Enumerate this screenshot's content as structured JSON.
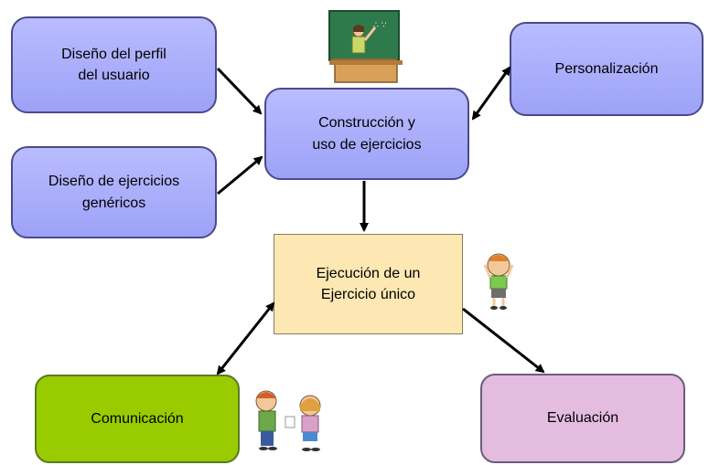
{
  "nodes": {
    "perfil": "Diseño del perfil\ndel usuario",
    "genericos": "Diseño de ejercicios\ngenéricos",
    "construccion": "Construcción y\nuso de ejercicios",
    "personalizacion": "Personalización",
    "ejecucion": "Ejecución de un\nEjercicio único",
    "comunicacion": "Comunicación",
    "evaluacion": "Evaluación"
  },
  "colors": {
    "blue_node": "#9da2f7",
    "execution_node": "#fde8b3",
    "communication_node": "#99cc00",
    "evaluation_node": "#e3bce0",
    "arrow": "#000000"
  },
  "illustrations": [
    "teacher-at-blackboard",
    "child-thinking",
    "two-children-talking"
  ]
}
